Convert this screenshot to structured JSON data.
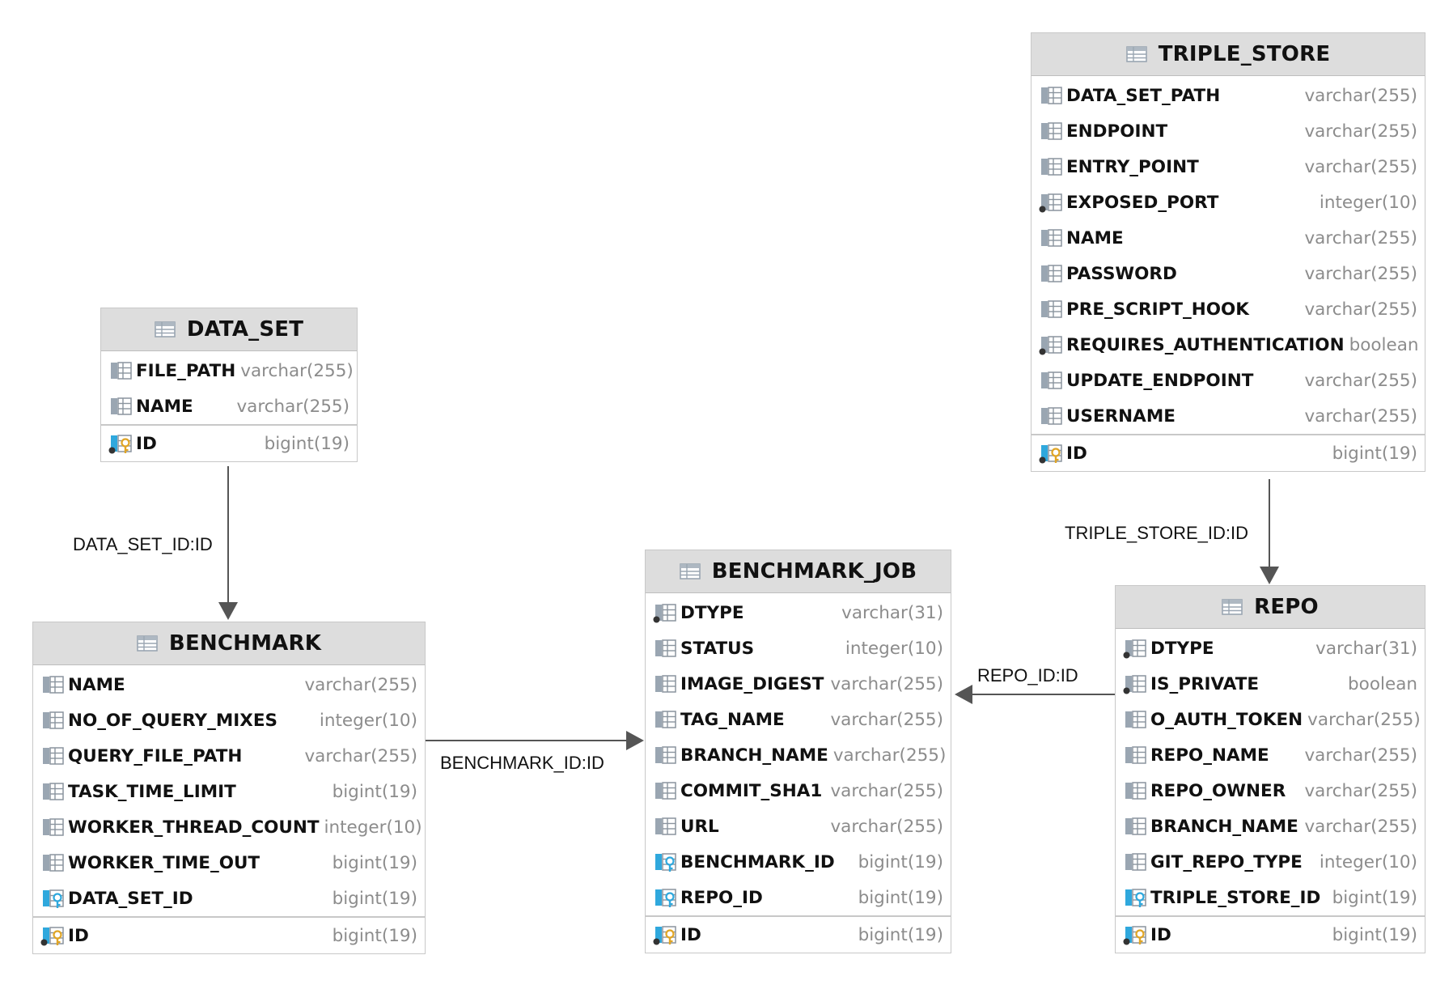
{
  "entities": {
    "data_set": {
      "name": "DATA_SET",
      "columns": [
        {
          "name": "FILE_PATH",
          "type": "varchar(255)",
          "icon": "column-icon"
        },
        {
          "name": "NAME",
          "type": "varchar(255)",
          "icon": "column-icon"
        }
      ],
      "keys": [
        {
          "name": "ID",
          "type": "bigint(19)",
          "icon": "primary-key-icon"
        }
      ]
    },
    "triple_store": {
      "name": "TRIPLE_STORE",
      "columns": [
        {
          "name": "DATA_SET_PATH",
          "type": "varchar(255)",
          "icon": "column-icon"
        },
        {
          "name": "ENDPOINT",
          "type": "varchar(255)",
          "icon": "column-icon"
        },
        {
          "name": "ENTRY_POINT",
          "type": "varchar(255)",
          "icon": "column-icon"
        },
        {
          "name": "EXPOSED_PORT",
          "type": "integer(10)",
          "icon": "column-not-null-icon"
        },
        {
          "name": "NAME",
          "type": "varchar(255)",
          "icon": "column-icon"
        },
        {
          "name": "PASSWORD",
          "type": "varchar(255)",
          "icon": "column-icon"
        },
        {
          "name": "PRE_SCRIPT_HOOK",
          "type": "varchar(255)",
          "icon": "column-icon"
        },
        {
          "name": "REQUIRES_AUTHENTICATION",
          "type": "boolean",
          "icon": "column-not-null-icon"
        },
        {
          "name": "UPDATE_ENDPOINT",
          "type": "varchar(255)",
          "icon": "column-icon"
        },
        {
          "name": "USERNAME",
          "type": "varchar(255)",
          "icon": "column-icon"
        }
      ],
      "keys": [
        {
          "name": "ID",
          "type": "bigint(19)",
          "icon": "primary-key-icon"
        }
      ]
    },
    "benchmark": {
      "name": "BENCHMARK",
      "columns": [
        {
          "name": "NAME",
          "type": "varchar(255)",
          "icon": "column-icon"
        },
        {
          "name": "NO_OF_QUERY_MIXES",
          "type": "integer(10)",
          "icon": "column-icon"
        },
        {
          "name": "QUERY_FILE_PATH",
          "type": "varchar(255)",
          "icon": "column-icon"
        },
        {
          "name": "TASK_TIME_LIMIT",
          "type": "bigint(19)",
          "icon": "column-icon"
        },
        {
          "name": "WORKER_THREAD_COUNT",
          "type": "integer(10)",
          "icon": "column-icon"
        },
        {
          "name": "WORKER_TIME_OUT",
          "type": "bigint(19)",
          "icon": "column-icon"
        },
        {
          "name": "DATA_SET_ID",
          "type": "bigint(19)",
          "icon": "foreign-key-icon"
        }
      ],
      "keys": [
        {
          "name": "ID",
          "type": "bigint(19)",
          "icon": "primary-key-icon"
        }
      ]
    },
    "benchmark_job": {
      "name": "BENCHMARK_JOB",
      "columns": [
        {
          "name": "DTYPE",
          "type": "varchar(31)",
          "icon": "column-not-null-icon"
        },
        {
          "name": "STATUS",
          "type": "integer(10)",
          "icon": "column-icon"
        },
        {
          "name": "IMAGE_DIGEST",
          "type": "varchar(255)",
          "icon": "column-icon"
        },
        {
          "name": "TAG_NAME",
          "type": "varchar(255)",
          "icon": "column-icon"
        },
        {
          "name": "BRANCH_NAME",
          "type": "varchar(255)",
          "icon": "column-icon"
        },
        {
          "name": "COMMIT_SHA1",
          "type": "varchar(255)",
          "icon": "column-icon"
        },
        {
          "name": "URL",
          "type": "varchar(255)",
          "icon": "column-icon"
        },
        {
          "name": "BENCHMARK_ID",
          "type": "bigint(19)",
          "icon": "foreign-key-icon"
        },
        {
          "name": "REPO_ID",
          "type": "bigint(19)",
          "icon": "foreign-key-icon"
        }
      ],
      "keys": [
        {
          "name": "ID",
          "type": "bigint(19)",
          "icon": "primary-key-icon"
        }
      ]
    },
    "repo": {
      "name": "REPO",
      "columns": [
        {
          "name": "DTYPE",
          "type": "varchar(31)",
          "icon": "column-not-null-icon"
        },
        {
          "name": "IS_PRIVATE",
          "type": "boolean",
          "icon": "column-not-null-icon"
        },
        {
          "name": "O_AUTH_TOKEN",
          "type": "varchar(255)",
          "icon": "column-icon"
        },
        {
          "name": "REPO_NAME",
          "type": "varchar(255)",
          "icon": "column-icon"
        },
        {
          "name": "REPO_OWNER",
          "type": "varchar(255)",
          "icon": "column-icon"
        },
        {
          "name": "BRANCH_NAME",
          "type": "varchar(255)",
          "icon": "column-icon"
        },
        {
          "name": "GIT_REPO_TYPE",
          "type": "integer(10)",
          "icon": "column-icon"
        },
        {
          "name": "TRIPLE_STORE_ID",
          "type": "bigint(19)",
          "icon": "foreign-key-icon"
        }
      ],
      "keys": [
        {
          "name": "ID",
          "type": "bigint(19)",
          "icon": "primary-key-icon"
        }
      ]
    }
  },
  "relations": [
    {
      "label": "DATA_SET_ID:ID",
      "from": "data_set",
      "to": "benchmark"
    },
    {
      "label": "BENCHMARK_ID:ID",
      "from": "benchmark",
      "to": "benchmark_job"
    },
    {
      "label": "REPO_ID:ID",
      "from": "repo",
      "to": "benchmark_job"
    },
    {
      "label": "TRIPLE_STORE_ID:ID",
      "from": "triple_store",
      "to": "repo"
    }
  ],
  "colors": {
    "header_bg": "#dddddd",
    "border": "#c8c8c8",
    "type_text": "#8c8c8c",
    "edge": "#555555",
    "key_gold": "#e0a526",
    "fk_blue": "#29a3d6"
  }
}
